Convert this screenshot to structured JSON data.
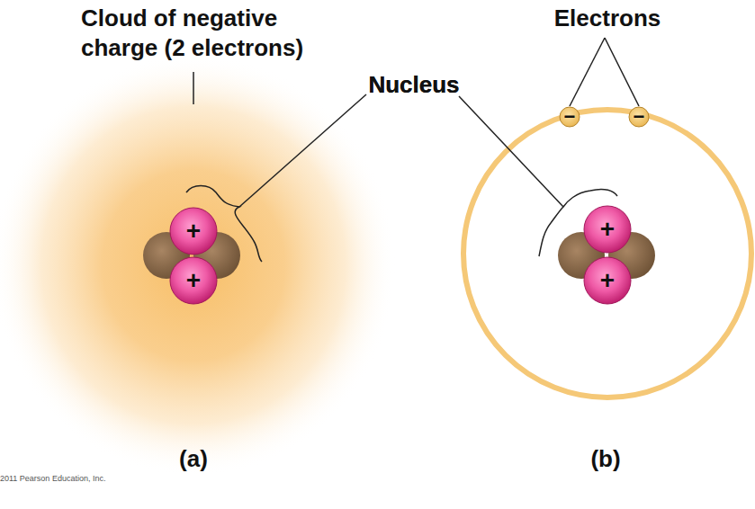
{
  "diagram": {
    "nodes": [
      {
        "text": [
          "−"
        ]
      },
      {
        "text": [
          "−"
        ]
      },
      {
        "text": [
          "+"
        ]
      },
      {
        "text": [
          "+"
        ]
      },
      {
        "text": [
          "+"
        ]
      },
      {
        "text": [
          "+"
        ]
      }
    ],
    "labels": [
      "Cloud of negative charge (2 electrons)",
      "Electrons",
      "Nucleus",
      "Nucleus",
      "(a)",
      "(b)",
      "2011 Pearson Education, Inc."
    ]
  }
}
